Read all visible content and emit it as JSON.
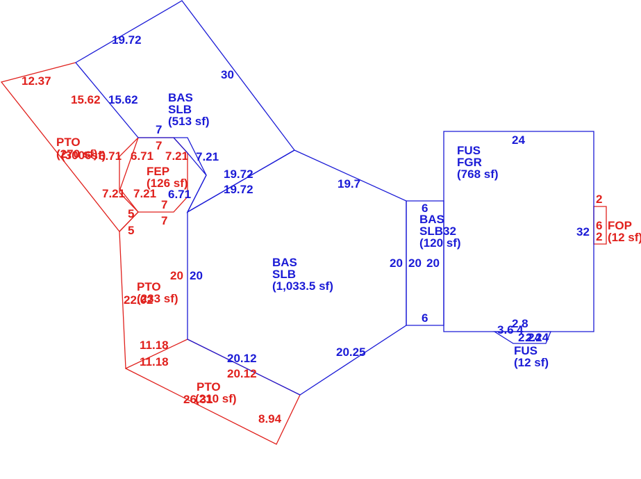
{
  "colors": {
    "blue": "#1a1ad6",
    "red": "#e0201c",
    "background": "#ffffff"
  },
  "areas": {
    "bas_slb_513": {
      "code": "BAS",
      "sub": "SLB",
      "size": "(513 sf)"
    },
    "bas_slb_main": {
      "code": "BAS",
      "sub": "SLB",
      "size": "(1,033.5 sf)"
    },
    "bas_slb_120": {
      "code": "BAS",
      "sub": "SLB32",
      "size": "(120 sf)"
    },
    "fus_fgr": {
      "code": "FUS",
      "sub": "FGR",
      "size": "(768 sf)"
    },
    "fus_12": {
      "code": "FUS",
      "size": "(12 sf)"
    },
    "fep": {
      "code": "FEP",
      "size": "(126 sf)"
    },
    "pto_270": {
      "code": "PTO",
      "size": "(270 sf)",
      "overlap": "(3006sf)"
    },
    "pto_233": {
      "code": "PTO",
      "size": "(233 sf)",
      "overlap": "22.02"
    },
    "pto_210": {
      "code": "PTO",
      "size": "(210 sf)",
      "overlap": "26.31"
    },
    "fop": {
      "code": "FOP",
      "size": "(12 sf)"
    }
  },
  "dimensions": {
    "blue": {
      "d19_72_top": "19.72",
      "d30": "30",
      "d15_62": "15.62",
      "d7_top": "7",
      "d7_21": "7.21",
      "d19_72_a": "19.72",
      "d19_72_b": "19.72",
      "d6_71": "6.71",
      "d19_7": "19.7",
      "d20_left": "20",
      "d20_mid": "20",
      "d20_right": "20",
      "d6_top": "6",
      "d6_bottom": "6",
      "d24": "24",
      "d32": "32",
      "d20_12": "20.12",
      "d20_25": "20.25",
      "d2_8": "2.8",
      "d3_6": "3.6",
      "d2_24": "2.24",
      "d4": "4"
    },
    "red": {
      "d12_37": "12.37",
      "d15_62": "15.62",
      "d6_71_a": "6.71",
      "d6_71_b": "6.71",
      "d7_a": "7",
      "d7_21_a": "7.21",
      "d7_21_b": "7.21",
      "d7_21_c": "7.21",
      "d7_b": "7",
      "d7_c": "7",
      "d5_a": "5",
      "d5_b": "5",
      "d20": "20",
      "d11_18_a": "11.18",
      "d11_18_b": "11.18",
      "d20_12": "20.12",
      "d8_94": "8.94",
      "d2_top": "2",
      "d6": "6",
      "d2_bottom": "2"
    }
  }
}
